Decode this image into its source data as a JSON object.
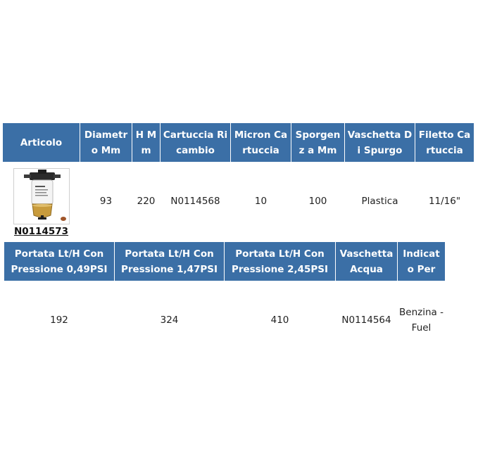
{
  "table1": {
    "headers": [
      "Articolo",
      "Diametr o Mm",
      "H Mm",
      "Cartuccia Ricambio",
      "Micron Cartuccia",
      "Sporgenz a Mm",
      "Vaschetta Di Spurgo",
      "Filetto Cartuccia"
    ],
    "row": {
      "article_code": "N0114573",
      "diametro": "93",
      "h": "220",
      "cartuccia_ricambio": "N0114568",
      "micron": "10",
      "sporgenza": "100",
      "vaschetta_spurgo": "Plastica",
      "filetto": "11/16\""
    }
  },
  "table2": {
    "headers": [
      "Portata Lt/H Con Pressione 0,49PSI",
      "Portata Lt/H Con Pressione 1,47PSI",
      "Portata Lt/H Con Pressione 2,45PSI",
      "Vaschetta Acqua",
      "Indicat o Per"
    ],
    "row": {
      "portata_049": "192",
      "portata_147": "324",
      "portata_245": "410",
      "vaschetta_acqua": "N0114564",
      "indicato_per": "Benzina -Fuel"
    }
  },
  "colors": {
    "header_bg": "#3b6fa6",
    "header_text": "#ffffff",
    "body_text": "#222222"
  },
  "icons": {
    "product": "fuel-filter-image"
  }
}
